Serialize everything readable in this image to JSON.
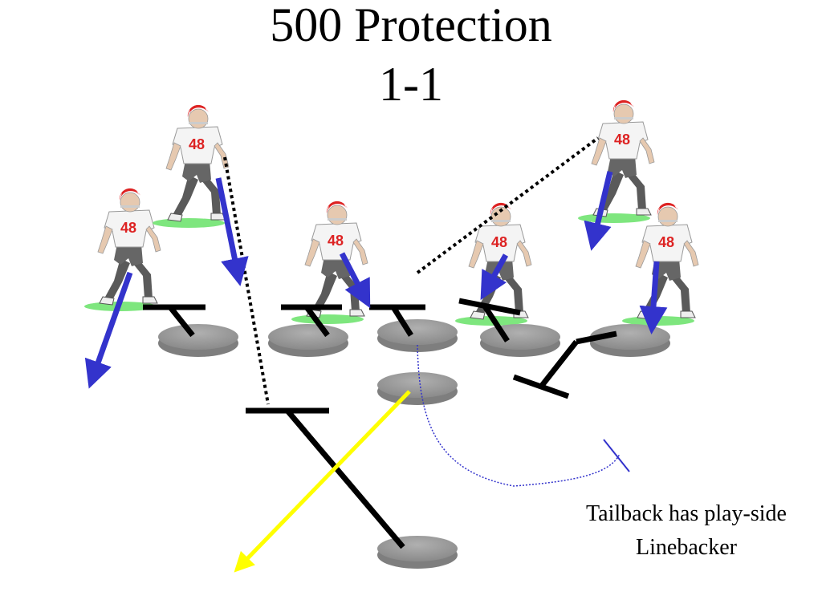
{
  "slide": {
    "title_line_1": "500 Protection",
    "title_line_2": "1-1",
    "note_line_1": "Tailback has play-side",
    "note_line_2": "Linebacker"
  },
  "jersey_number": "48",
  "colors": {
    "rush_arrow": "#3333cc",
    "tailback_arrow": "#ffff00",
    "block_symbol": "#000000",
    "blocker_base": "#999999",
    "field_patch": "#7ee67e",
    "helmet": "#dd2222",
    "route_path": "#3333cc"
  },
  "icons": {
    "defender": "football-player-icon",
    "blocker": "blocker-base-icon"
  }
}
